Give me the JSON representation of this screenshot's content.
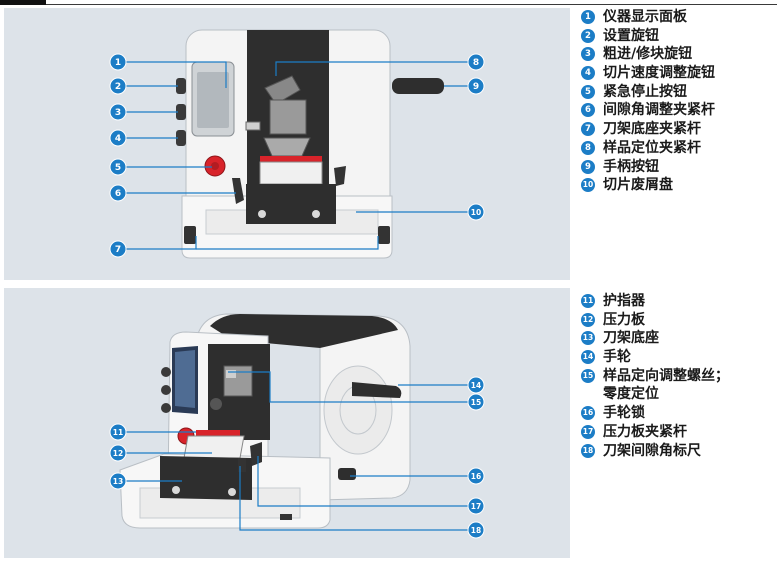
{
  "legend_top": [
    {
      "num": "1",
      "label": "仪器显示面板"
    },
    {
      "num": "2",
      "label": "设置旋钮"
    },
    {
      "num": "3",
      "label": "粗进/修块旋钮"
    },
    {
      "num": "4",
      "label": "切片速度调整旋钮"
    },
    {
      "num": "5",
      "label": "紧急停止按钮"
    },
    {
      "num": "6",
      "label": "间隙角调整夹紧杆"
    },
    {
      "num": "7",
      "label": "刀架底座夹紧杆"
    },
    {
      "num": "8",
      "label": "样品定位夹紧杆"
    },
    {
      "num": "9",
      "label": "手柄按钮"
    },
    {
      "num": "10",
      "label": "切片废屑盘"
    }
  ],
  "legend_bottom": [
    {
      "num": "11",
      "label": "护指器"
    },
    {
      "num": "12",
      "label": "压力板"
    },
    {
      "num": "13",
      "label": "刀架底座"
    },
    {
      "num": "14",
      "label": "手轮"
    },
    {
      "num": "15",
      "label": "样品定向调整螺丝；\n零度定位"
    },
    {
      "num": "16",
      "label": "手轮锁"
    },
    {
      "num": "17",
      "label": "压力板夹紧杆"
    },
    {
      "num": "18",
      "label": "刀架间隙角标尺"
    }
  ],
  "colors": {
    "callout": "#1c7dc6",
    "panel": "#dde3e9",
    "machine_body": "#f4f4f4",
    "dark_part": "#2e2e2e",
    "emergency_button": "#d8232a"
  }
}
